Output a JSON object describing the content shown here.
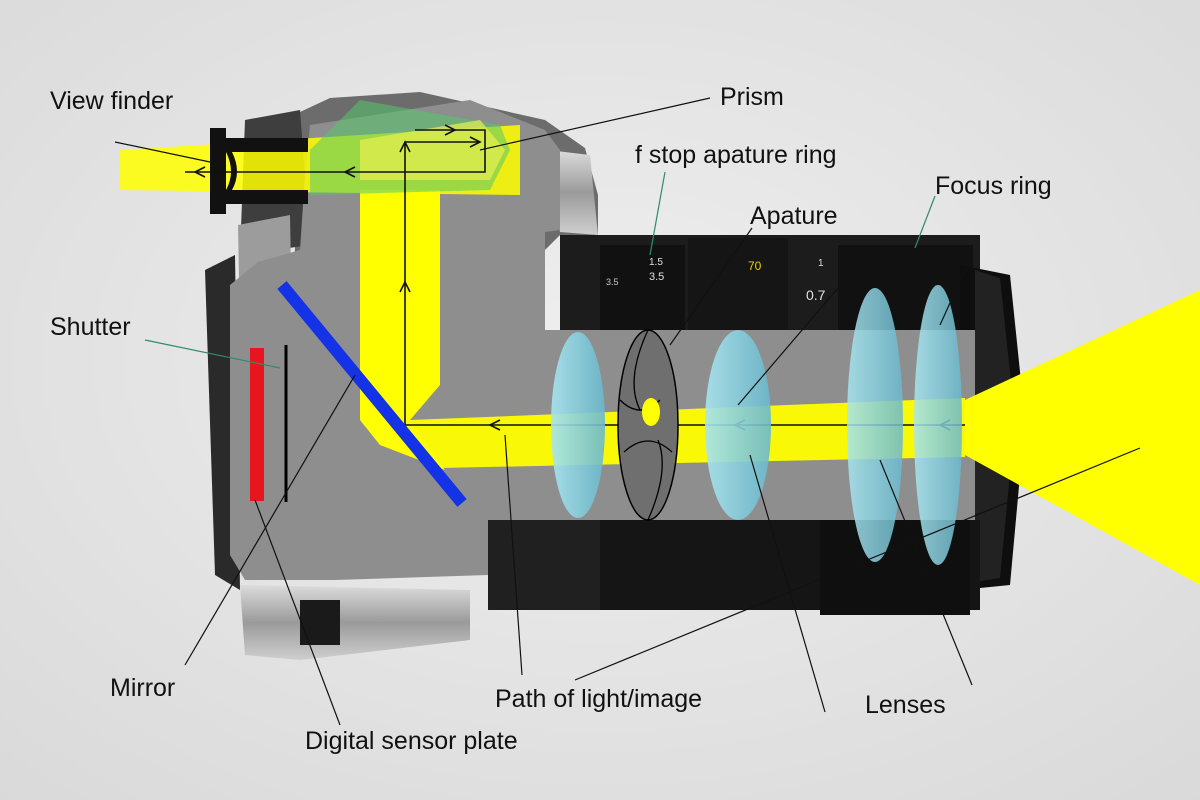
{
  "labels": {
    "view_finder": "View finder",
    "prism": "Prism",
    "f_stop": "f stop apature ring",
    "focus_ring": "Focus ring",
    "apature": "Apature",
    "shutter": "Shutter",
    "mirror": "Mirror",
    "digital_sensor": "Digital sensor plate",
    "path_of_light": "Path of light/image",
    "lenses": "Lenses"
  },
  "lens_markings": [
    "1.5",
    "3.5",
    "3.5",
    "70",
    "0.7",
    "1"
  ],
  "colors": {
    "background": "#e6e6e6",
    "body_cutaway": "#8e8e8e",
    "light_beam": "#ffff00",
    "prism_green": "#55c86a",
    "mirror": "#1432e6",
    "shutter": "#000000",
    "sensor": "#e8141e",
    "lens_glass": "#7ccfe0",
    "leader_line": "#2f8a6e"
  }
}
